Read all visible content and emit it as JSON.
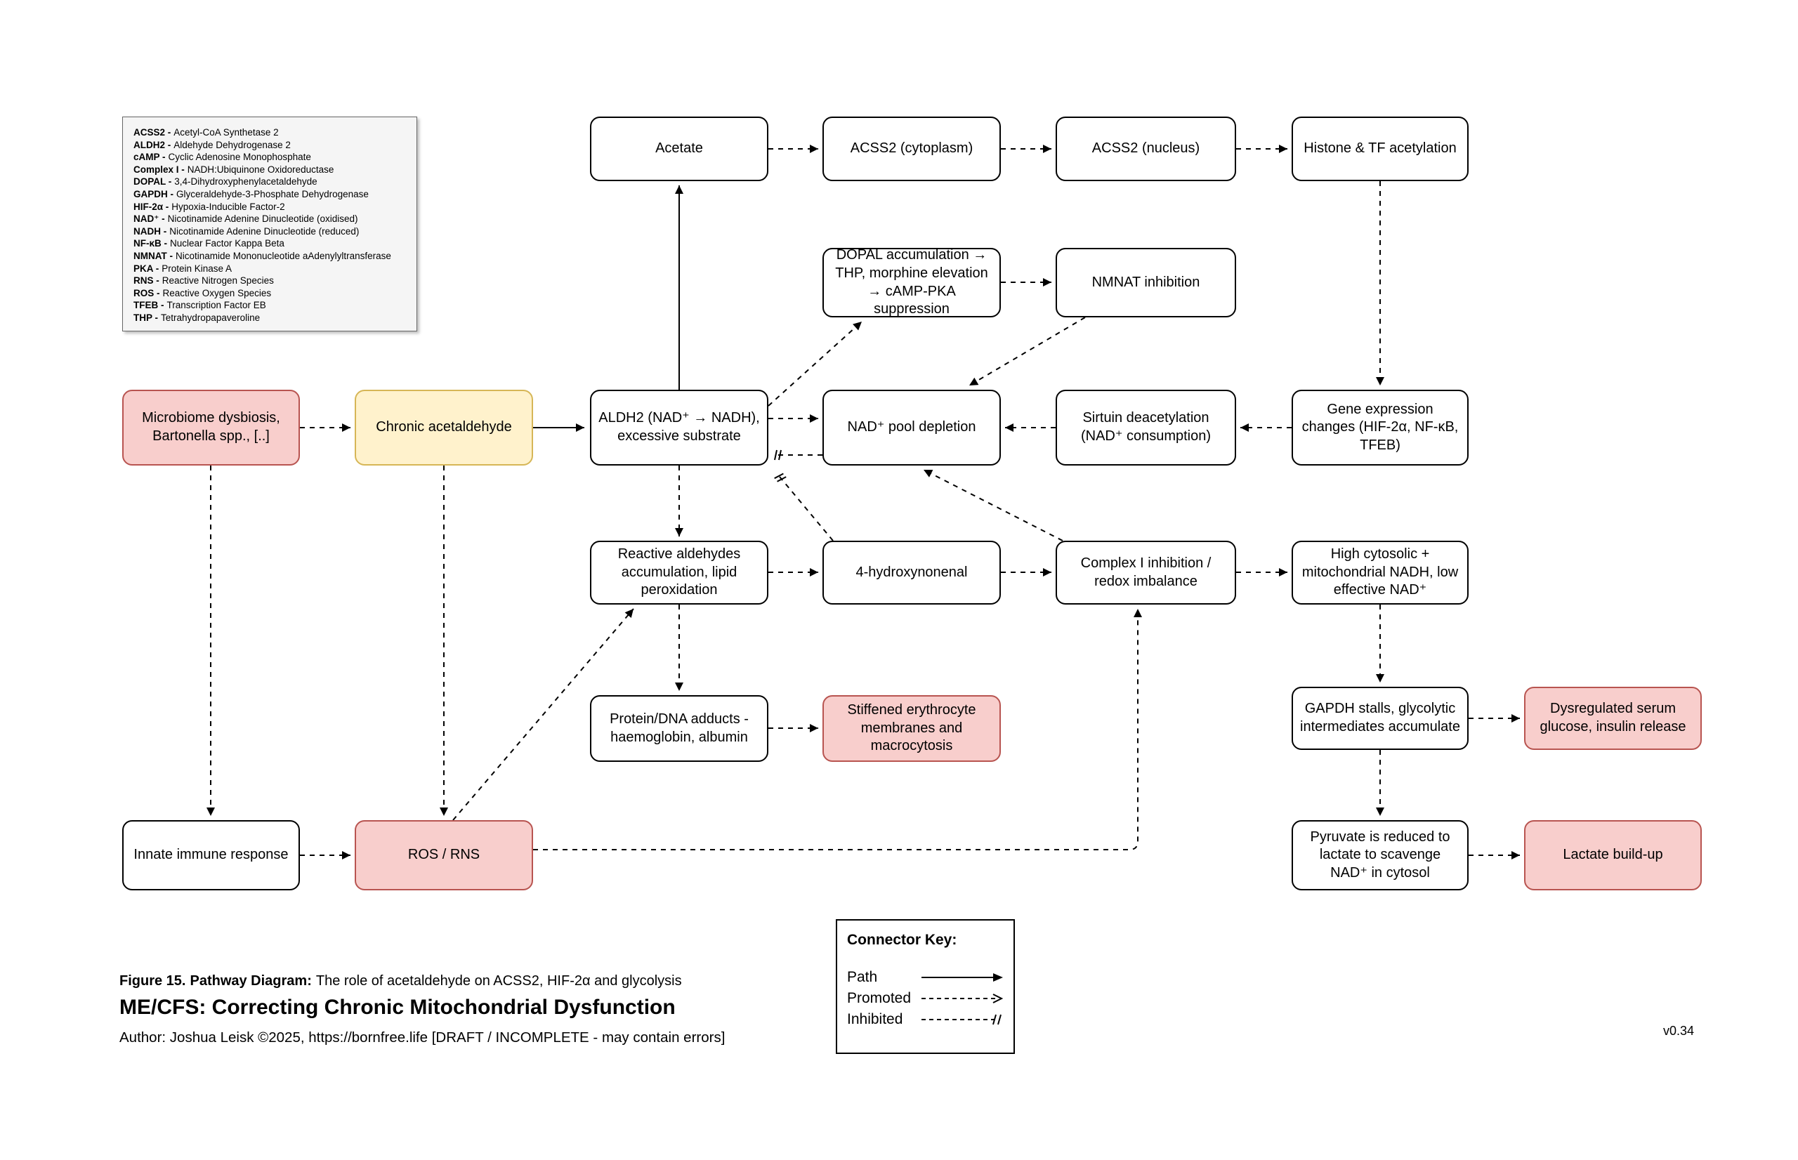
{
  "legend": {
    "items": [
      {
        "abbr": "ACSS2 -",
        "desc": "Acetyl-CoA Synthetase 2"
      },
      {
        "abbr": "ALDH2 -",
        "desc": "Aldehyde Dehydrogenase 2"
      },
      {
        "abbr": "cAMP -",
        "desc": "Cyclic Adenosine Monophosphate"
      },
      {
        "abbr": "Complex I -",
        "desc": "NADH:Ubiquinone Oxidoreductase"
      },
      {
        "abbr": "DOPAL -",
        "desc": "3,4-Dihydroxyphenylacetaldehyde"
      },
      {
        "abbr": "GAPDH -",
        "desc": "Glyceraldehyde-3-Phosphate Dehydrogenase"
      },
      {
        "abbr": "HIF-2α -",
        "desc": "Hypoxia-Inducible Factor-2"
      },
      {
        "abbr": "NAD⁺ -",
        "desc": "Nicotinamide Adenine Dinucleotide (oxidised)"
      },
      {
        "abbr": "NADH -",
        "desc": "Nicotinamide Adenine Dinucleotide (reduced)"
      },
      {
        "abbr": "NF-κB -",
        "desc": "Nuclear Factor Kappa Beta"
      },
      {
        "abbr": "NMNAT -",
        "desc": "Nicotinamide Mononucleotide aAdenylyltransferase"
      },
      {
        "abbr": "PKA -",
        "desc": "Protein Kinase A"
      },
      {
        "abbr": "RNS -",
        "desc": "Reactive Nitrogen Species"
      },
      {
        "abbr": "ROS -",
        "desc": "Reactive Oxygen Species"
      },
      {
        "abbr": "TFEB -",
        "desc": "Transcription Factor EB"
      },
      {
        "abbr": "THP -",
        "desc": "Tetrahydropapaveroline"
      }
    ]
  },
  "nodes": {
    "acetate": {
      "label": "Acetate"
    },
    "acss2_cytoplasm": {
      "label": "ACSS2 (cytoplasm)"
    },
    "acss2_nucleus": {
      "label": "ACSS2 (nucleus)"
    },
    "histone_acetylation": {
      "label": "Histone & TF acetylation"
    },
    "dopal": {
      "label": "DOPAL accumulation → THP, morphine elevation → cAMP-PKA suppression"
    },
    "nmnat_inhibition": {
      "label": "NMNAT inhibition"
    },
    "microbiome": {
      "label": "Microbiome dysbiosis, Bartonella spp., [..]"
    },
    "chronic_acetaldehyde": {
      "label": "Chronic acetaldehyde"
    },
    "aldh2": {
      "label": "ALDH2 (NAD⁺ → NADH), excessive substrate"
    },
    "nad_pool_depletion": {
      "label": "NAD⁺ pool depletion"
    },
    "sirtuin": {
      "label": "Sirtuin deacetylation (NAD⁺ consumption)"
    },
    "gene_expression": {
      "label": "Gene expression changes (HIF-2α, NF-κB, TFEB)"
    },
    "reactive_aldehydes": {
      "label": "Reactive aldehydes accumulation, lipid peroxidation"
    },
    "hydroxynonenal": {
      "label": "4-hydroxynonenal"
    },
    "complex_i": {
      "label": "Complex I inhibition / redox imbalance"
    },
    "high_nadh": {
      "label": "High cytosolic + mitochondrial NADH, low effective NAD⁺"
    },
    "adducts": {
      "label": "Protein/DNA adducts - haemoglobin, albumin"
    },
    "stiffened": {
      "label": "Stiffened erythrocyte membranes and macrocytosis"
    },
    "gapdh": {
      "label": "GAPDH stalls, glycolytic intermediates accumulate"
    },
    "dysregulated": {
      "label": "Dysregulated serum glucose, insulin release"
    },
    "innate": {
      "label": "Innate immune response"
    },
    "ros_rns": {
      "label": "ROS / RNS"
    },
    "pyruvate": {
      "label": "Pyruvate is reduced to lactate to scavenge NAD⁺ in cytosol"
    },
    "lactate": {
      "label": "Lactate build-up"
    }
  },
  "connector_key": {
    "title": "Connector Key:",
    "path_label": "Path",
    "promoted_label": "Promoted",
    "inhibited_label": "Inhibited"
  },
  "caption": {
    "figure_bold": "Figure 15.",
    "subtitle_bold": "Pathway Diagram:",
    "subtitle_rest": "The role of acetaldehyde on ACSS2, HIF-2α and glycolysis",
    "title": "ME/CFS: Correcting Chronic Mitochondrial Dysfunction",
    "author": "Author: Joshua Leisk ©2025, https://bornfree.life [DRAFT / INCOMPLETE - may contain errors]",
    "version": "v0.34"
  },
  "colors": {
    "node_pink_fill": "#F8CECC",
    "node_pink_stroke": "#B85450",
    "node_yellow_fill": "#FFF2CC",
    "node_yellow_stroke": "#D6B656",
    "node_stroke": "#000000",
    "legend_fill": "#F5F5F5"
  }
}
